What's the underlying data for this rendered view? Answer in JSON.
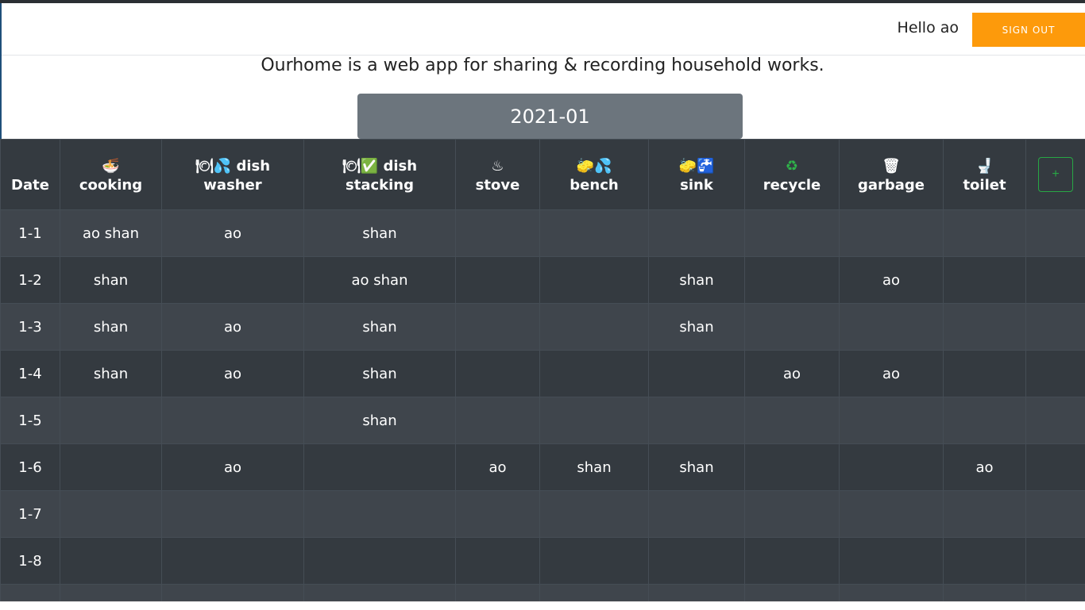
{
  "header": {
    "greeting": "Hello ao",
    "sign_out_label": "SIGN OUT",
    "accent_color": "#fd9a0b"
  },
  "tagline": "Ourhome is a web app for sharing & recording household works.",
  "month_selector": "2021-01",
  "table": {
    "date_header": "Date",
    "columns": [
      {
        "emoji": "🍜",
        "label": "cooking"
      },
      {
        "emoji": "🍽💦 dish",
        "label": "washer"
      },
      {
        "emoji": "🍽✅ dish",
        "label": "stacking"
      },
      {
        "emoji": "♨",
        "label": "stove"
      },
      {
        "emoji": "🧽💦",
        "label": "bench"
      },
      {
        "emoji": "🧽🚰",
        "label": "sink"
      },
      {
        "emoji": "♻",
        "label": "recycle"
      },
      {
        "emoji": "🗑",
        "label": "garbage"
      },
      {
        "emoji": "🚽",
        "label": "toilet"
      }
    ],
    "add_column_label": "+",
    "rows": [
      {
        "date": "1-1",
        "cells": [
          "ao shan",
          "ao",
          "shan",
          "",
          "",
          "",
          "",
          "",
          ""
        ]
      },
      {
        "date": "1-2",
        "cells": [
          "shan",
          "",
          "ao shan",
          "",
          "",
          "shan",
          "",
          "ao",
          ""
        ]
      },
      {
        "date": "1-3",
        "cells": [
          "shan",
          "ao",
          "shan",
          "",
          "",
          "shan",
          "",
          "",
          ""
        ]
      },
      {
        "date": "1-4",
        "cells": [
          "shan",
          "ao",
          "shan",
          "",
          "",
          "",
          "ao",
          "ao",
          ""
        ]
      },
      {
        "date": "1-5",
        "cells": [
          "",
          "",
          "shan",
          "",
          "",
          "",
          "",
          "",
          ""
        ]
      },
      {
        "date": "1-6",
        "cells": [
          "",
          "ao",
          "",
          "ao",
          "shan",
          "shan",
          "",
          "",
          "ao"
        ]
      },
      {
        "date": "1-7",
        "cells": [
          "",
          "",
          "",
          "",
          "",
          "",
          "",
          "",
          ""
        ]
      },
      {
        "date": "1-8",
        "cells": [
          "",
          "",
          "",
          "",
          "",
          "",
          "",
          "",
          ""
        ]
      },
      {
        "date": "",
        "cells": [
          "",
          "",
          "",
          "",
          "",
          "",
          "",
          "",
          ""
        ]
      }
    ]
  }
}
